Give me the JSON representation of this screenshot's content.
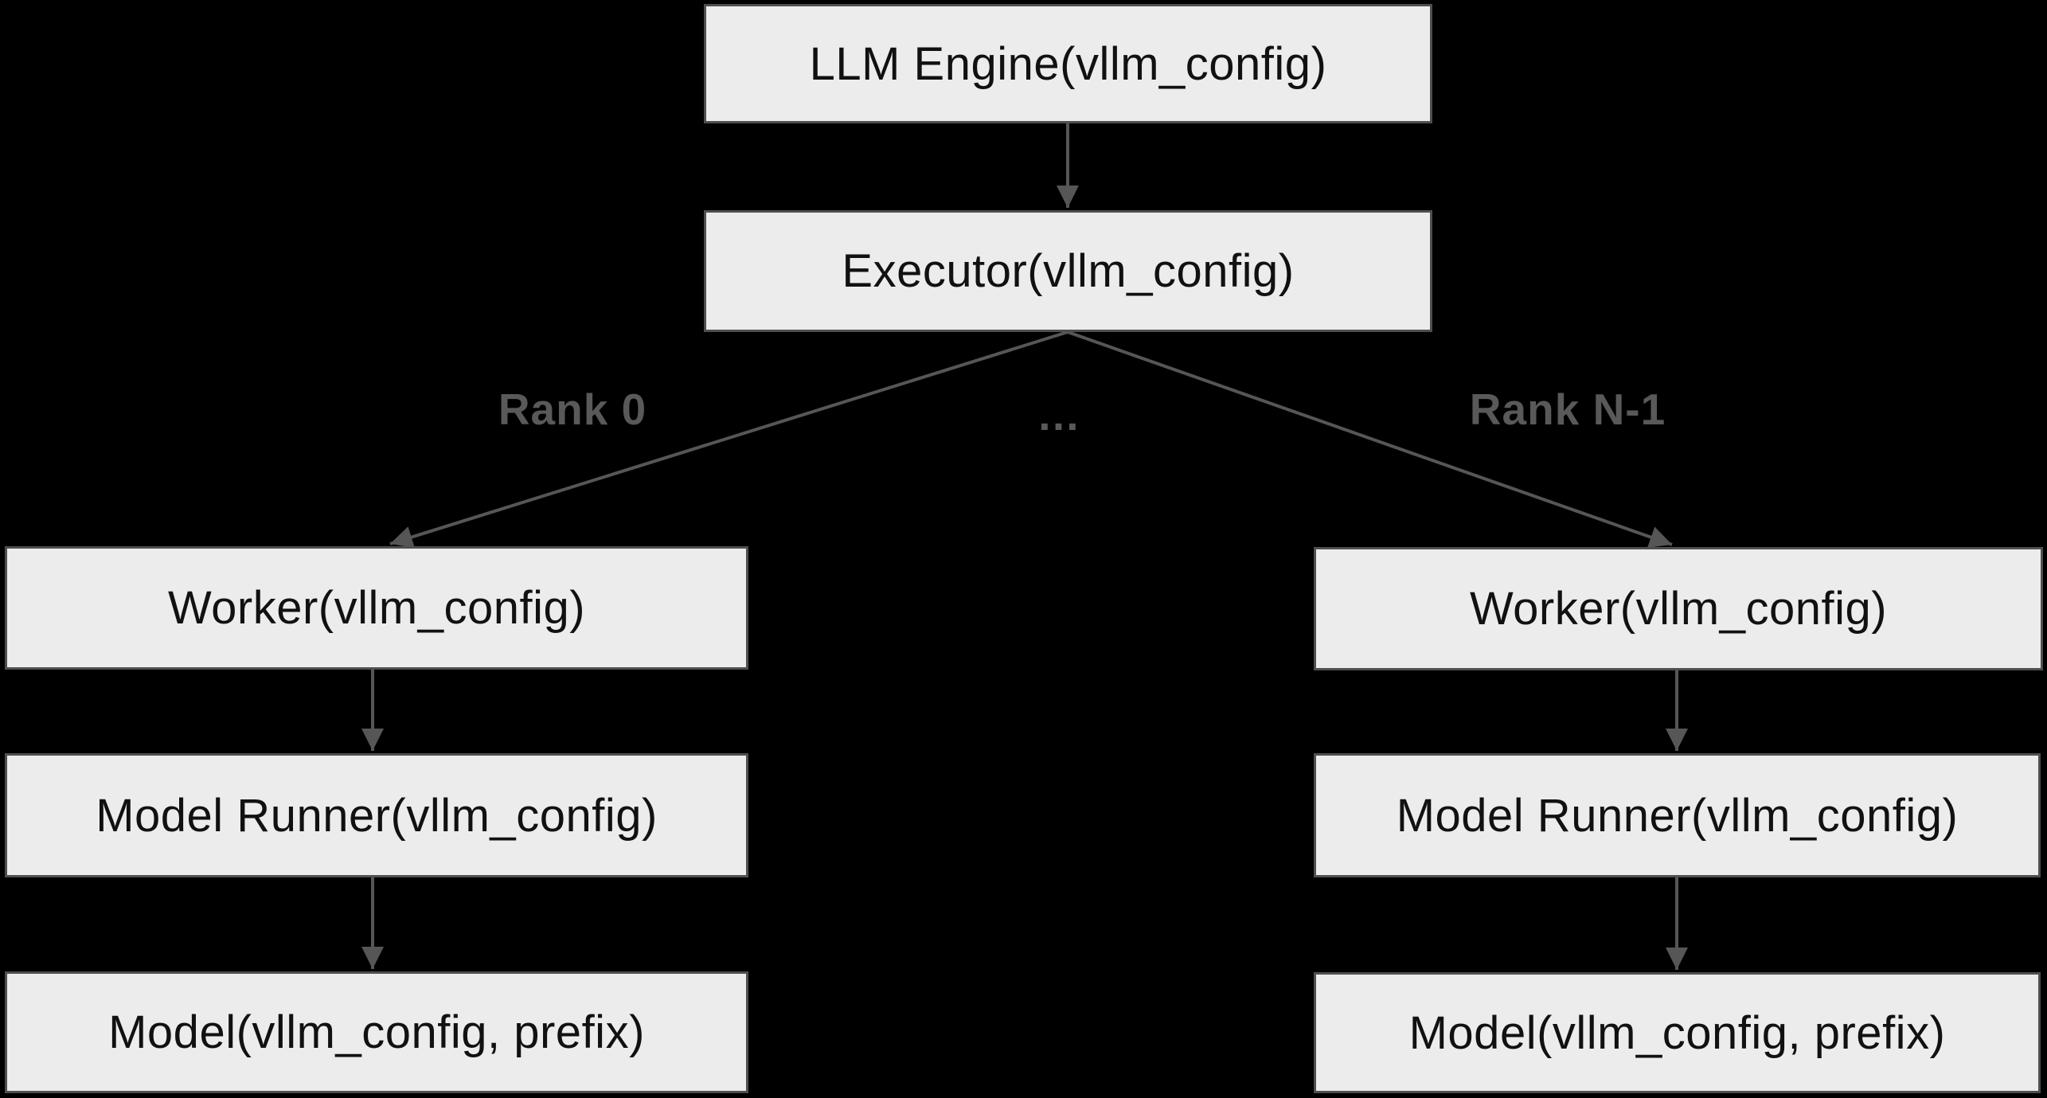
{
  "colors": {
    "background": "#000000",
    "node_fill": "#ececec",
    "node_border": "#4f4f4f",
    "node_text": "#111111",
    "edge": "#565656",
    "edge_label": "#595959"
  },
  "nodes": {
    "llm_engine": {
      "label": "LLM Engine(vllm_config)"
    },
    "executor": {
      "label": "Executor(vllm_config)"
    },
    "worker_0": {
      "label": "Worker(vllm_config)"
    },
    "model_runner_0": {
      "label": "Model Runner(vllm_config)"
    },
    "model_0": {
      "label": "Model(vllm_config, prefix)"
    },
    "worker_n": {
      "label": "Worker(vllm_config)"
    },
    "model_runner_n": {
      "label": "Model Runner(vllm_config)"
    },
    "model_n": {
      "label": "Model(vllm_config, prefix)"
    }
  },
  "edge_labels": {
    "rank0": "Rank 0",
    "ellipsis": "…",
    "rank_n_minus_1": "Rank N-1"
  }
}
